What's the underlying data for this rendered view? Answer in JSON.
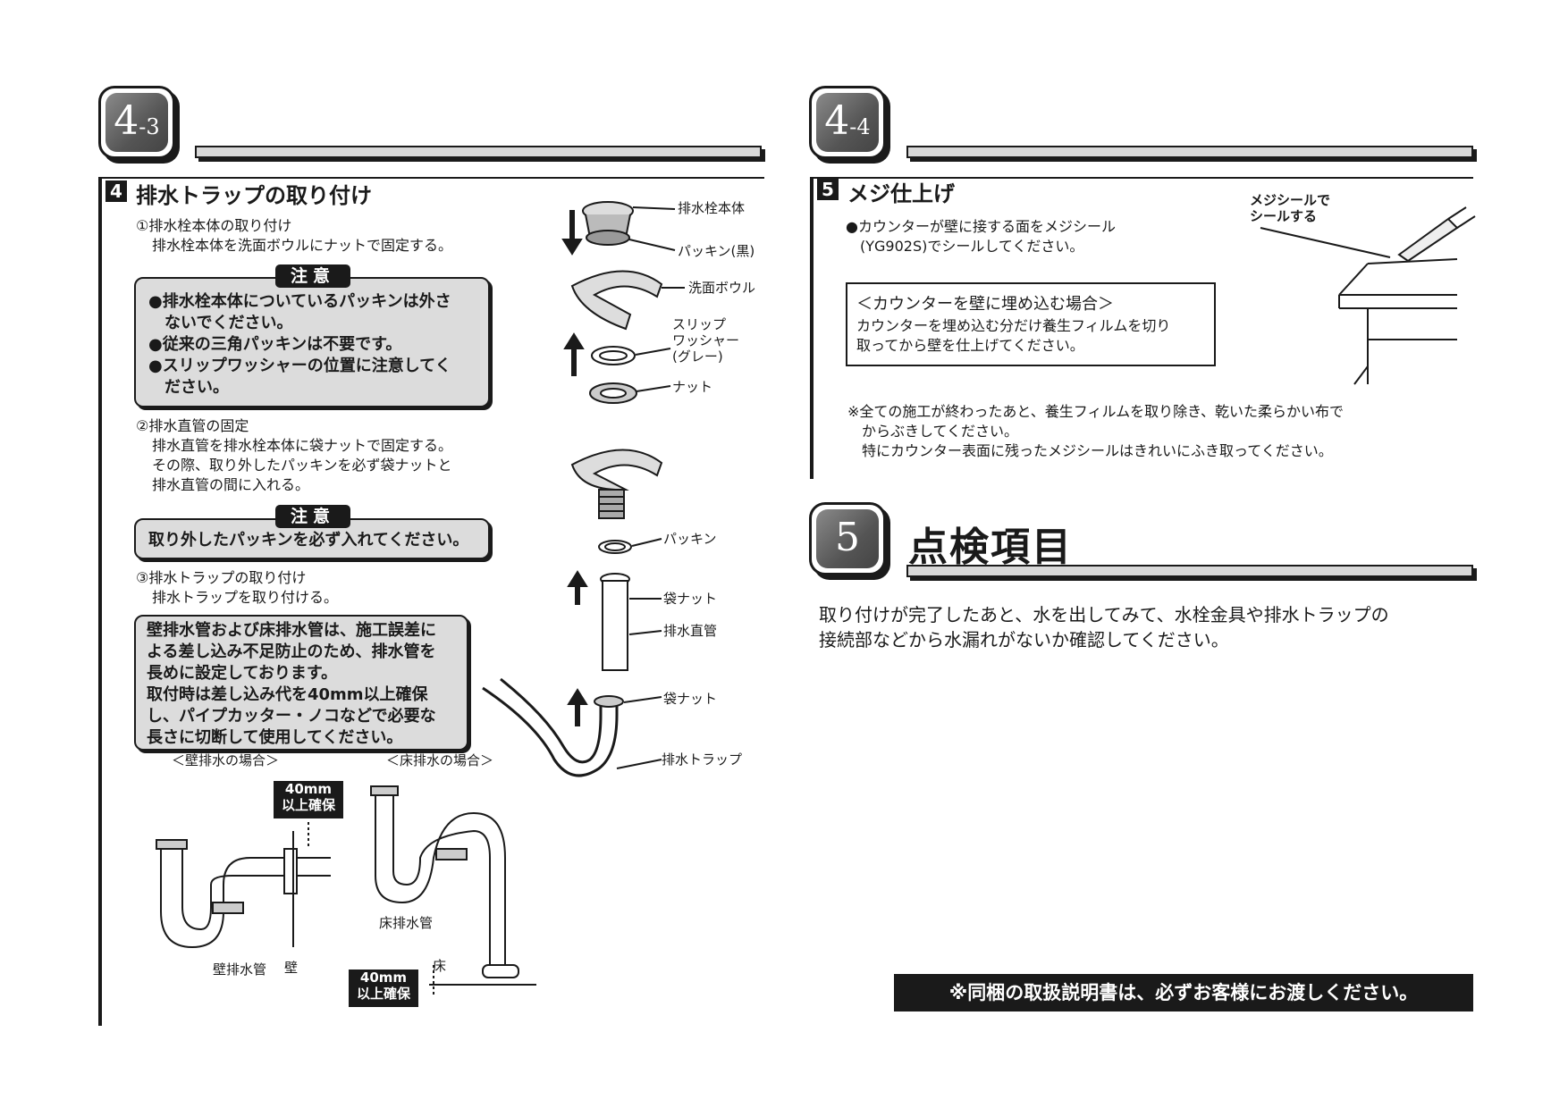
{
  "left": {
    "badge": {
      "main": "4",
      "sub": "-3"
    },
    "section": {
      "num": "4",
      "title": "排水トラップの取り付け"
    },
    "step1": {
      "title": "①排水栓本体の取り付け",
      "body": "排水栓本体を洗面ボウルにナットで固定する。"
    },
    "caution1": {
      "label": "注意",
      "lines": [
        "●排水栓本体についているパッキンは外さ",
        "　ないでください。",
        "●従来の三角パッキンは不要です。",
        "●スリップワッシャーの位置に注意してく",
        "　ださい。"
      ]
    },
    "step2": {
      "title": "②排水直管の固定",
      "lines": [
        "排水直管を排水栓本体に袋ナットで固定する。",
        "その際、取り外したパッキンを必ず袋ナットと",
        "排水直管の間に入れる。"
      ]
    },
    "caution2": {
      "label": "注意",
      "text": "取り外したパッキンを必ず入れてください。"
    },
    "step3": {
      "title": "③排水トラップの取り付け",
      "body": "排水トラップを取り付ける。"
    },
    "note": {
      "lines": [
        "壁排水管および床排水管は、施工誤差に",
        "よる差し込み不足防止のため、排水管を",
        "長めに設定しております。",
        "取付時は差し込み代を40mm以上確保",
        "し、パイプカッター・ノコなどで必要な",
        "長さに切断して使用してください。"
      ]
    },
    "diagram": {
      "wall_case": "＜壁排水の場合＞",
      "floor_case": "＜床排水の場合＞",
      "ensure1": [
        "40mm",
        "以上確保"
      ],
      "ensure2": [
        "40mm",
        "以上確保"
      ],
      "wall_pipe": "壁排水管",
      "wall": "壁",
      "floor_pipe": "床排水管",
      "floor": "床"
    },
    "parts": {
      "drain_body": "排水栓本体",
      "packing_black": "パッキン(黒)",
      "bowl": "洗面ボウル",
      "slip_washer": [
        "スリップ",
        "ワッシャー",
        "(グレー)"
      ],
      "nut": "ナット",
      "packing": "パッキン",
      "bag_nut1": "袋ナット",
      "straight_pipe": "排水直管",
      "bag_nut2": "袋ナット",
      "trap": "排水トラップ"
    }
  },
  "right": {
    "badge": {
      "main": "4",
      "sub": "-4"
    },
    "section": {
      "num": "5",
      "title": "メジ仕上げ"
    },
    "seal_text": [
      "●カウンターが壁に接する面をメジシール",
      "　(YG902S)でシールしてください。"
    ],
    "seal_label": [
      "メジシールで",
      "シールする"
    ],
    "embed_box": {
      "title": "＜カウンターを壁に埋め込む場合＞",
      "lines": [
        "カウンターを埋め込む分だけ養生フィルムを切り",
        "取ってから壁を仕上げてください。"
      ]
    },
    "finish_note": [
      "※全ての施工が終わったあと、養生フィルムを取り除き、乾いた柔らかい布で",
      "　からぶきしてください。",
      "　特にカウンター表面に残ったメジシールはきれいにふき取ってください。"
    ],
    "inspect_badge": "5",
    "inspect_title": "点検項目",
    "inspect_text": [
      "取り付けが完了したあと、水を出してみて、水栓金具や排水トラップの",
      "接続部などから水漏れがないか確認してください。"
    ],
    "footer": "※同梱の取扱説明書は、必ずお客様にお渡しください。"
  }
}
